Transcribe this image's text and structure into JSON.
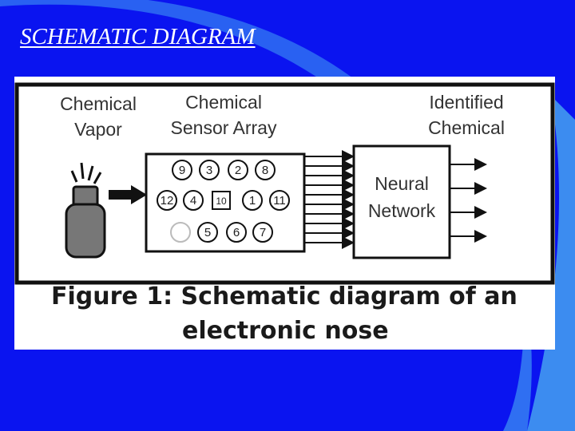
{
  "slide": {
    "title": "SCHEMATIC DIAGRAM"
  },
  "figure": {
    "labels": {
      "vapor_line1": "Chemical",
      "vapor_line2": "Vapor",
      "array_line1": "Chemical",
      "array_line2": "Sensor Array",
      "identified_line1": "Identified",
      "identified_line2": "Chemical",
      "network_line1": "Neural",
      "network_line2": "Network"
    },
    "sensors": {
      "row1": [
        "9",
        "3",
        "2",
        "8"
      ],
      "row2": [
        "12",
        "4",
        "10",
        "1",
        "11"
      ],
      "row3": [
        "",
        "5",
        "6",
        "7"
      ]
    },
    "caption_line1": "Figure 1: Schematic diagram of an",
    "caption_line2": "electronic nose"
  },
  "colors": {
    "background": "#0a14f0",
    "accent_blue": "#3c8cf0",
    "figure_bg": "#ffffff",
    "ink": "#1a1a1a"
  }
}
